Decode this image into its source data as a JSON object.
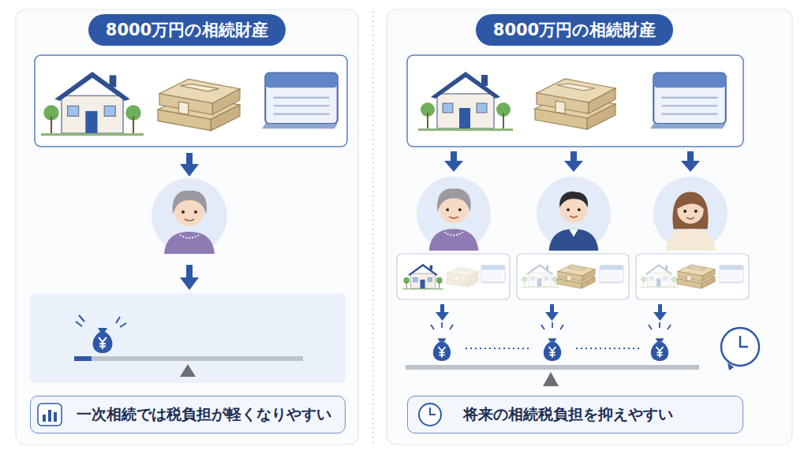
{
  "diagram": {
    "nodes": [
      {
        "text": [
          "8000万円の相続財産"
        ]
      },
      {
        "text": [
          "一次相続では税負担が軽くなりやすい"
        ]
      },
      {
        "text": [
          "8000万円の相続財産"
        ]
      },
      {
        "text": [
          "将来の相続税負担を抑えやすい"
        ]
      }
    ]
  }
}
